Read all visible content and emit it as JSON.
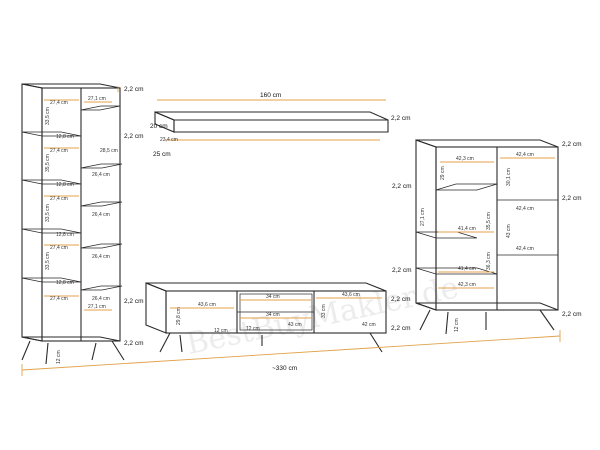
{
  "watermark": "BestBuyMakler.de",
  "colors": {
    "outline": "#2a2a2a",
    "dimension": "#e0a24a",
    "text": "#111111"
  },
  "overall": {
    "width_label": "~330 cm"
  },
  "shelf": {
    "width": "160 cm",
    "height": "20 cm",
    "depth": "25 cm",
    "thickness": "2,2 cm",
    "inner_depth": "23,4 cm"
  },
  "tall_cabinet": {
    "thickness": "2,2 cm",
    "inner_w": "27,4 cm",
    "inner_w2": "27,1 cm",
    "comp_h": "33,5 cm",
    "comp_h2": "35,5 cm",
    "shelf_d": "26,4 cm",
    "shelf_d2": "28,5 cm",
    "small_w": "12,8 cm",
    "leg_h": "12 cm"
  },
  "tv_stand": {
    "thickness": "2,2 cm",
    "left_w": "43,6 cm",
    "mid_w": "34 cm",
    "mid_w2": "34 cm",
    "mid_w3": "43 cm",
    "right_w": "43,6 cm",
    "left_h": "29,8 cm",
    "right_h": "33 cm",
    "small_h": "12 cm",
    "small_h2": "12 cm",
    "inner_d": "42 cm"
  },
  "right_cabinet": {
    "thickness": "2,2 cm",
    "top_w": "42,3 cm",
    "top_w2": "42,4 cm",
    "mid_w": "41,4 cm",
    "mid_w2": "41,4 cm",
    "right_w": "42,4 cm",
    "bottom_w": "42,3 cm",
    "h1": "29 cm",
    "h2": "30,1 cm",
    "h3": "27,1 cm",
    "h4": "35,5 cm",
    "h5": "43 cm",
    "h6": "36,3 cm",
    "leg_h": "12 cm"
  }
}
